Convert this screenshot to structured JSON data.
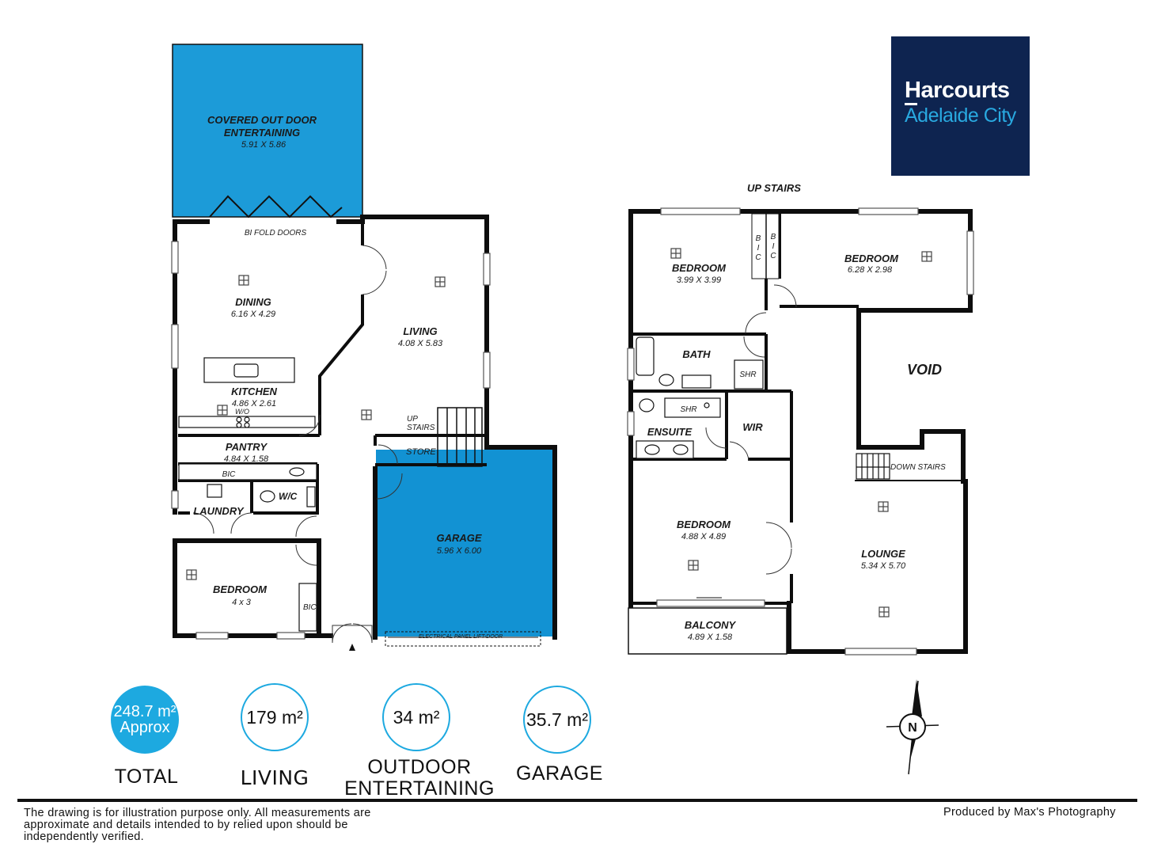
{
  "logo": {
    "brand": "Harcourts",
    "office": "Adelaide City"
  },
  "colors": {
    "accent_blue": "#1da9e0",
    "outdoor_fill": "#1c9bd8",
    "garage_fill": "#1292d3",
    "wall": "#0d0d0d",
    "logo_bg": "#0e2450"
  },
  "ground_floor": {
    "outdoor": {
      "name": "COVERED OUT DOOR ENTERTAINING",
      "dims": "5.91 X 5.86"
    },
    "bifold": "BI FOLD DOORS",
    "dining": {
      "name": "DINING",
      "dims": "6.16 X 4.29"
    },
    "living": {
      "name": "LIVING",
      "dims": "4.08 X 5.83"
    },
    "kitchen": {
      "name": "KITCHEN",
      "dims": "4.86 X 2.61"
    },
    "wo": "W/O",
    "up_stairs": [
      "UP",
      "STAIRS"
    ],
    "store": "STORE",
    "pantry": {
      "name": "PANTRY",
      "dims": "4.84 X 1.58"
    },
    "bic": "BIC",
    "wc": "W/C",
    "laundry": "LAUNDRY",
    "bedroom": {
      "name": "BEDROOM",
      "dims": "4 x 3"
    },
    "bedroom_bic": "BIC",
    "garage": {
      "name": "GARAGE",
      "dims": "5.96 X 6.00"
    },
    "electrical": "ELECTRICAL PANEL LIFT-DOOR"
  },
  "upper_floor": {
    "heading": "UP STAIRS",
    "bedroom1": {
      "name": "BEDROOM",
      "dims": "3.99 X 3.99"
    },
    "bic_letters": [
      "B",
      "I",
      "C"
    ],
    "bedroom2": {
      "name": "BEDROOM",
      "dims": "6.28 X 2.98"
    },
    "bath": "BATH",
    "shr": "SHR",
    "void": "VOID",
    "ensuite": "ENSUITE",
    "wir": "WIR",
    "down_stairs": "DOWN STAIRS",
    "bedroom3": {
      "name": "BEDROOM",
      "dims": "4.88 X 4.89"
    },
    "lounge": {
      "name": "LOUNGE",
      "dims": "5.34 X 5.70"
    },
    "balcony": {
      "name": "BALCONY",
      "dims": "4.89 X 1.58"
    }
  },
  "compass": "N",
  "stats": [
    {
      "value": "248.7 m²",
      "value2": "Approx",
      "label": "TOTAL"
    },
    {
      "value": "179 m²",
      "label": "LIVING"
    },
    {
      "value": "34 m²",
      "label": "OUTDOOR",
      "label2": "ENTERTAINING"
    },
    {
      "value": "35.7 m²",
      "label": "GARAGE"
    }
  ],
  "disclaimer": "The drawing is for illustration purpose only.  All measurements are approximate and details intended to by relied upon should be independently verified.",
  "producer": "Produced by Max's Photography"
}
